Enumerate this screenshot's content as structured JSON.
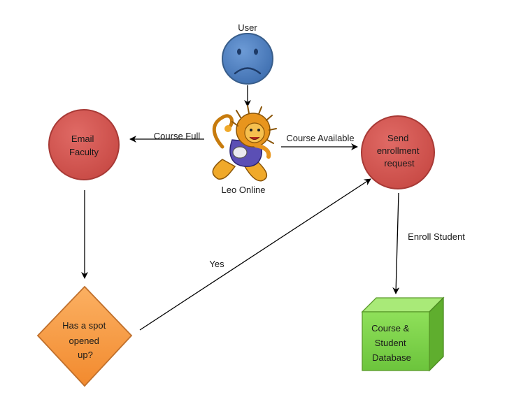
{
  "nodes": {
    "user": {
      "label": "User"
    },
    "leo_online": {
      "label": "Leo Online"
    },
    "email_faculty": {
      "lines": [
        "Email",
        "Faculty"
      ]
    },
    "send_enrollment": {
      "lines": [
        "Send",
        "enrollment",
        "request"
      ]
    },
    "decision": {
      "lines": [
        "Has a spot",
        "opened",
        "up?"
      ]
    },
    "database": {
      "lines": [
        "Course &",
        "Student",
        "Database"
      ]
    }
  },
  "edges": {
    "course_full": "Course Full",
    "course_available": "Course Available",
    "enroll_student": "Enroll Student",
    "yes": "Yes"
  },
  "colors": {
    "user_fill": "#4f81bd",
    "user_stroke": "#385d8a",
    "circle_fill": "#d9534f",
    "circle_stroke": "#a83a36",
    "diamond_fill": "#f79646",
    "diamond_stroke": "#c0702c",
    "cube_front": "#7fd34a",
    "cube_top": "#a9ea78",
    "cube_side": "#5fae2e",
    "lion_body": "#f0a92a",
    "lion_shirt": "#5b4fb5"
  }
}
